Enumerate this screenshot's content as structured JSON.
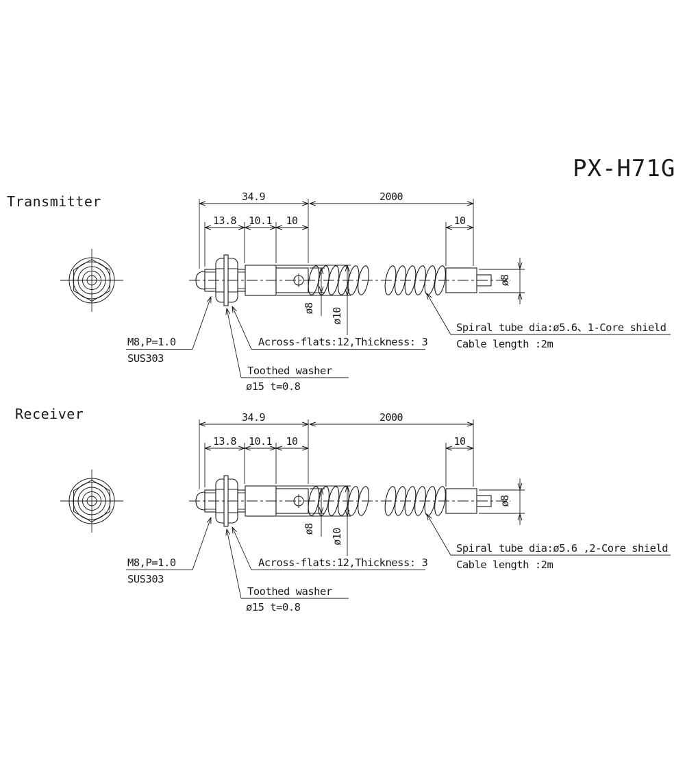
{
  "title": "PX-H71G",
  "sections": [
    {
      "label": "Transmitter",
      "dims": {
        "overall": "34.9",
        "cable_len": "2000",
        "seg1": "13.8",
        "seg2": "10.1",
        "seg3": "10",
        "end": "10",
        "dia_body_small": "ø8",
        "dia_body_large": "ø10",
        "dia_end": "ø8"
      },
      "notes": {
        "thread": "M8,P=1.0",
        "material": "SUS303",
        "nut": "Across-flats:12,Thickness: 3",
        "washer": "Toothed washer",
        "washer_size": "ø15 t=0.8",
        "spiral_tube": "Spiral tube dia:ø5.6、1-Core shield",
        "cable": "Cable length :2m"
      }
    },
    {
      "label": "Receiver",
      "dims": {
        "overall": "34.9",
        "cable_len": "2000",
        "seg1": "13.8",
        "seg2": "10.1",
        "seg3": "10",
        "end": "10",
        "dia_body_small": "ø8",
        "dia_body_large": "ø10",
        "dia_end": "ø8"
      },
      "notes": {
        "thread": "M8,P=1.0",
        "material": "SUS303",
        "nut": "Across-flats:12,Thickness: 3",
        "washer": "Toothed washer",
        "washer_size": "ø15 t=0.8",
        "spiral_tube": "Spiral tube dia:ø5.6 ,2-Core shield",
        "cable": "Cable length :2m"
      }
    }
  ]
}
